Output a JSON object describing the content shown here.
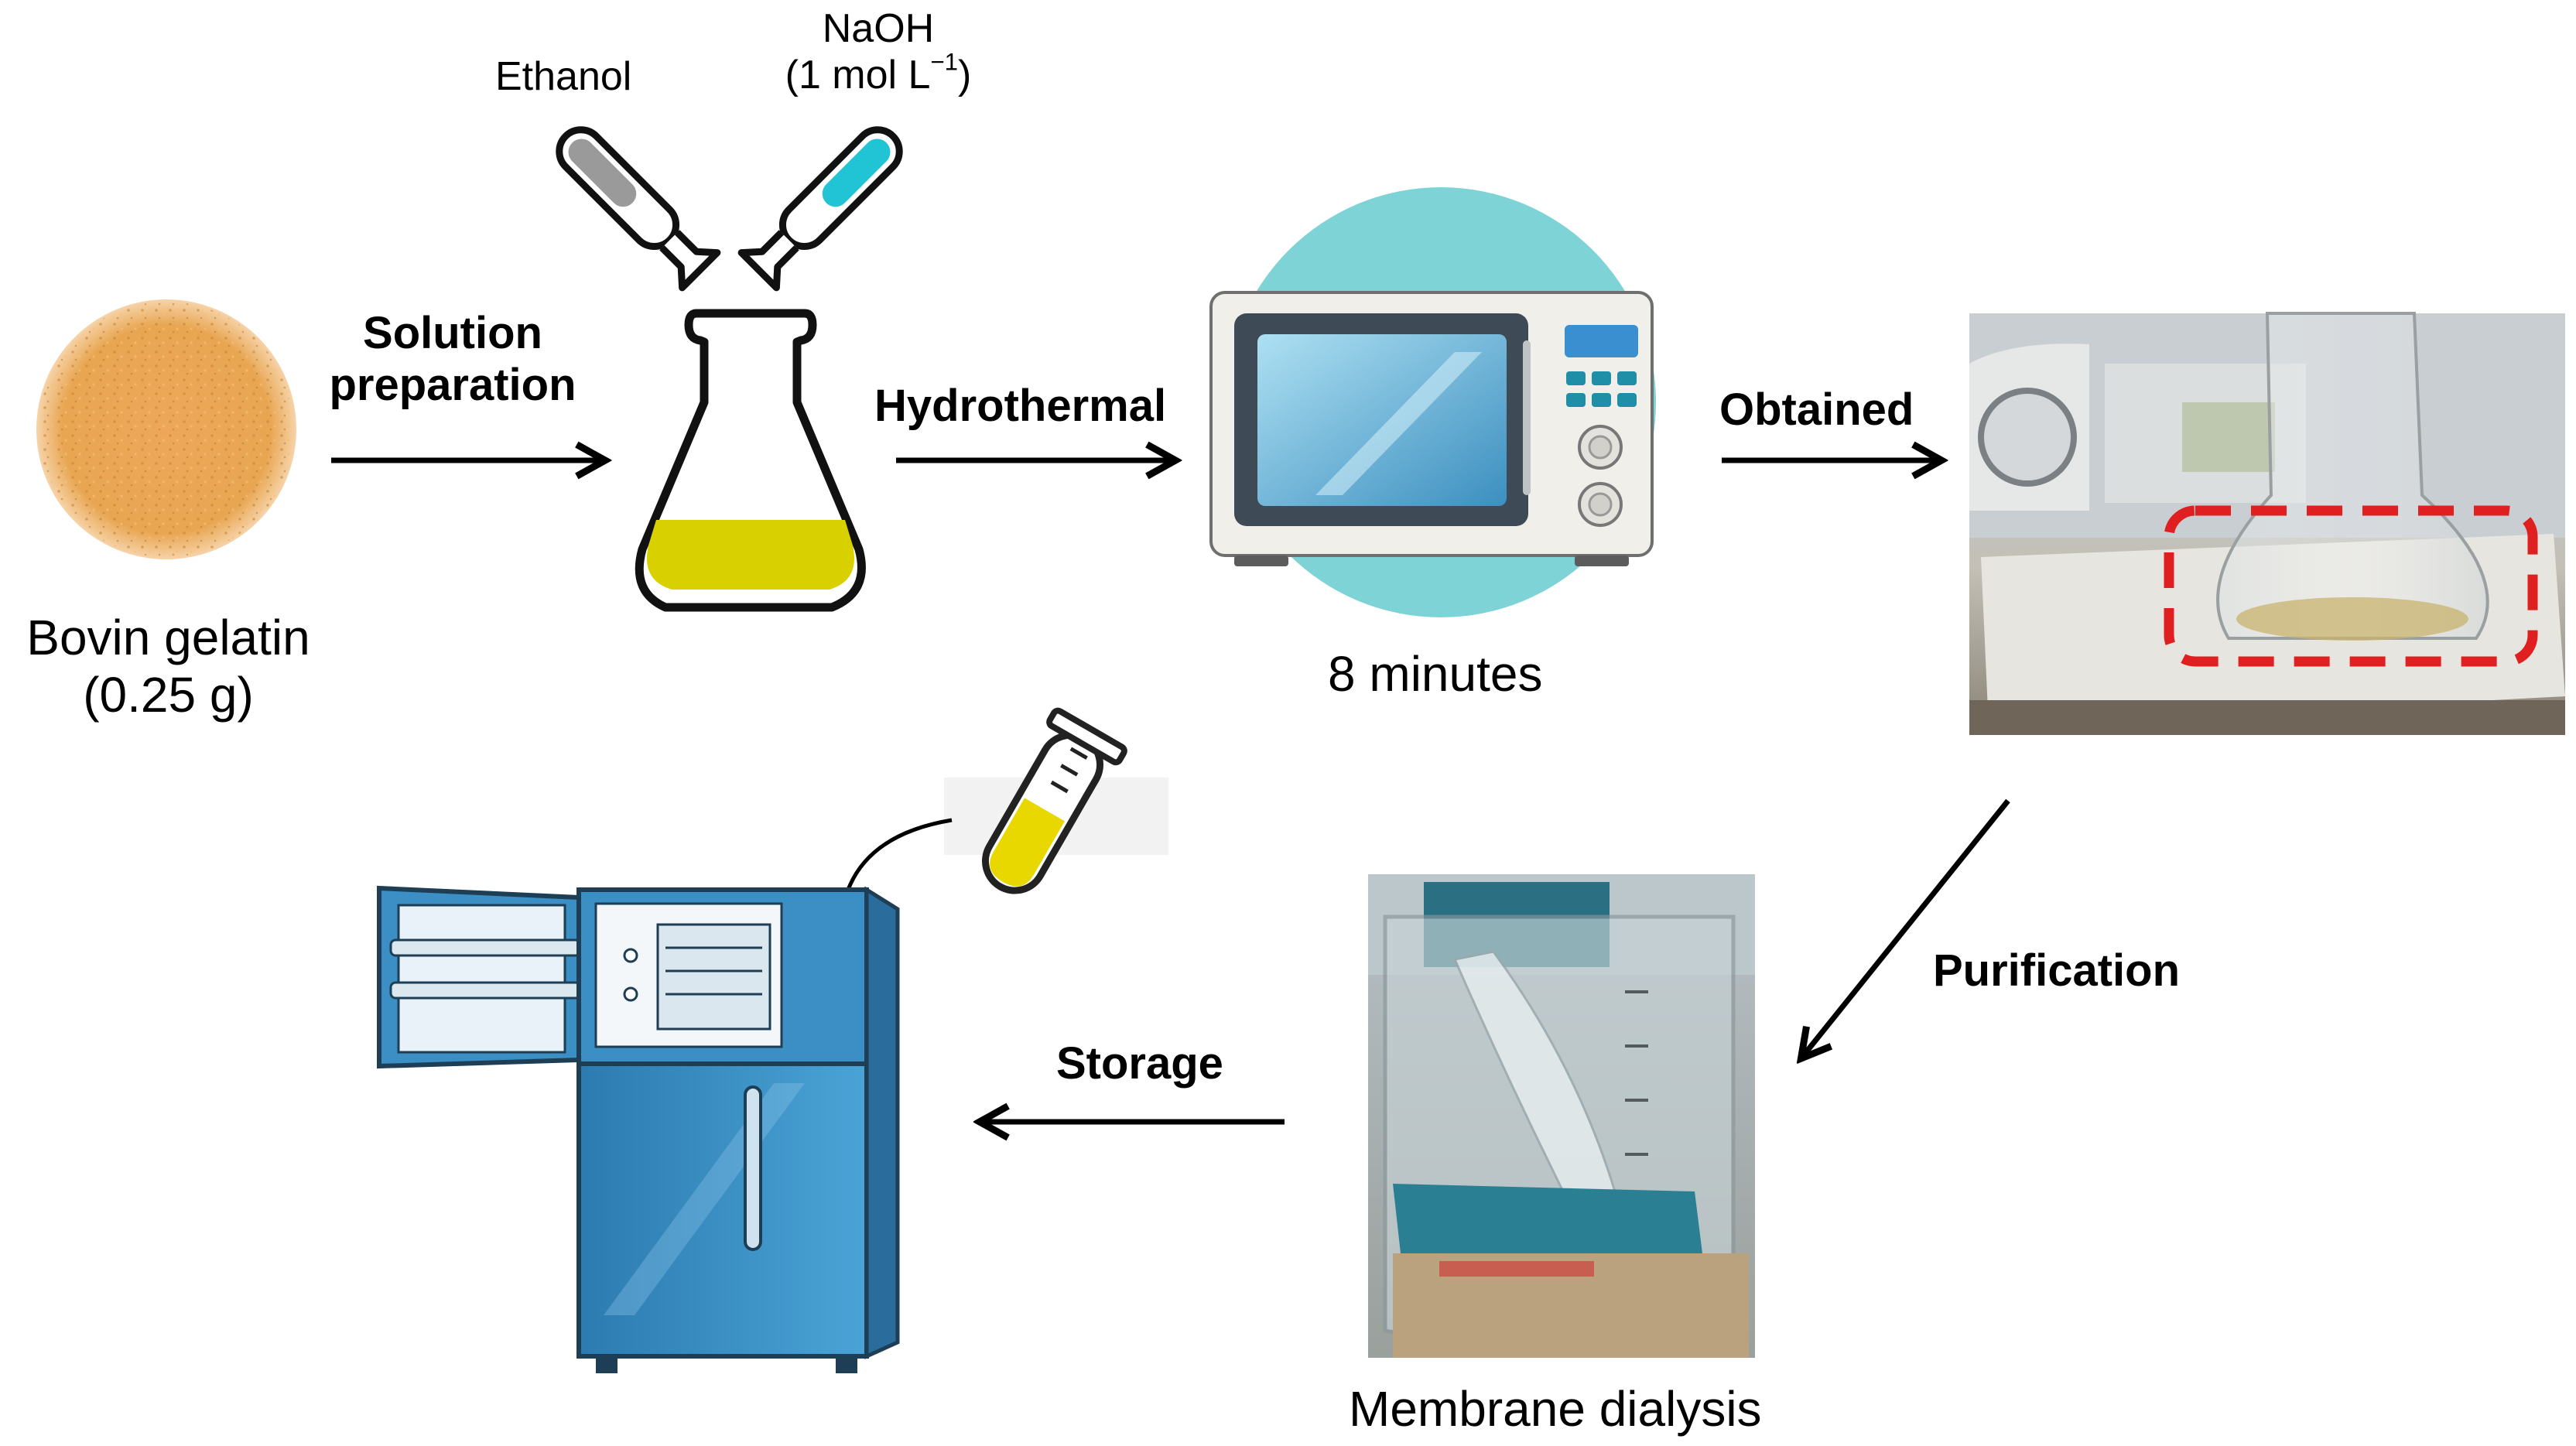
{
  "labels": {
    "ethanol": "Ethanol",
    "naoh_line1": "NaOH",
    "naoh_line2": "(1 mol L",
    "naoh_sup": "−1",
    "naoh_close": ")",
    "bovin_line1": "Bovin gelatin",
    "bovin_line2": "(0.25 g)",
    "minutes": "8 minutes",
    "membrane": "Membrane dialysis"
  },
  "steps": {
    "solution_line1": "Solution",
    "solution_line2": "preparation",
    "hydrothermal": "Hydrothermal",
    "obtained": "Obtained",
    "purification": "Purification",
    "storage": "Storage"
  },
  "colors": {
    "gelatin": "#e8a652",
    "flask_liquid": "#d9d000",
    "naoh_liquid": "#20c4d4",
    "microwave_bg": "#7ed3d6",
    "fridge_blue": "#3b8fc4",
    "dashed_box": "#e02020"
  },
  "icons": [
    "gelatin-pile-icon",
    "pipette-icon",
    "flask-icon",
    "microwave-icon",
    "photo-flask",
    "photo-dialysis",
    "test-tube-icon",
    "fridge-icon"
  ]
}
